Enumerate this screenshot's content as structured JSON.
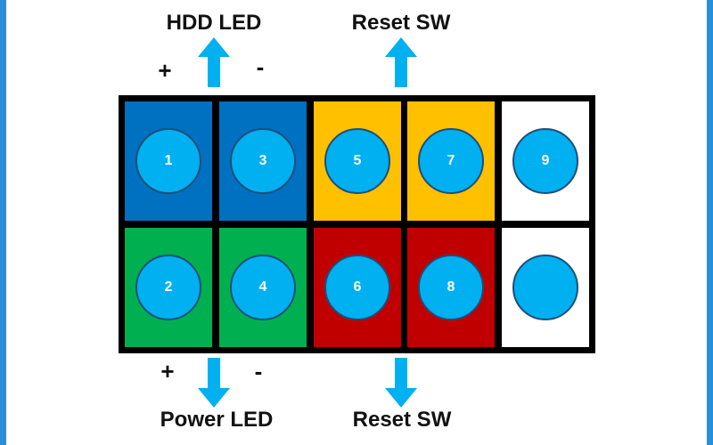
{
  "labels": {
    "hdd_led": "HDD LED",
    "reset_sw_top": "Reset SW",
    "power_led": "Power LED",
    "reset_sw_bottom": "Reset SW"
  },
  "signs": {
    "hdd_plus": "+",
    "hdd_minus": "-",
    "power_plus": "+",
    "power_minus": "-"
  },
  "colors": {
    "hdd_led": "#0070c0",
    "reset_sw_top": "#ffc000",
    "power_led": "#00b050",
    "reset_sw_bottom": "#c00000",
    "unused": "#ffffff",
    "pin": "#00b0f0",
    "arrow": "#00b0f0",
    "border": "#000000"
  },
  "pins": {
    "top_row": [
      {
        "number": "1",
        "group": "hdd_led"
      },
      {
        "number": "3",
        "group": "hdd_led"
      },
      {
        "number": "5",
        "group": "reset_sw_top"
      },
      {
        "number": "7",
        "group": "reset_sw_top"
      },
      {
        "number": "9",
        "group": "unused"
      }
    ],
    "bottom_row": [
      {
        "number": "2",
        "group": "power_led"
      },
      {
        "number": "4",
        "group": "power_led"
      },
      {
        "number": "6",
        "group": "reset_sw_bottom"
      },
      {
        "number": "8",
        "group": "reset_sw_bottom"
      },
      {
        "number": "",
        "group": "unused"
      }
    ]
  }
}
